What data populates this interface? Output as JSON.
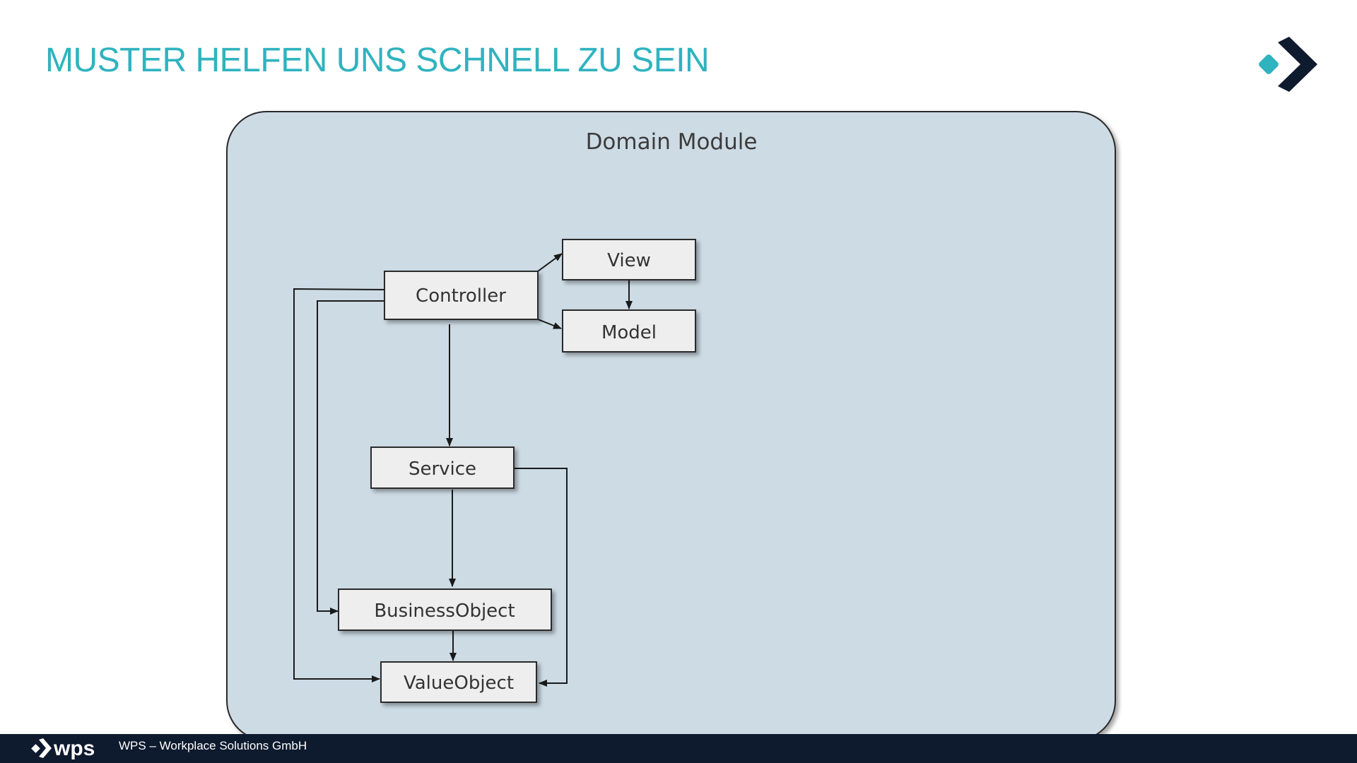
{
  "slide": {
    "title": "MUSTER HELFEN UNS SCHNELL ZU SEIN"
  },
  "footer": {
    "logo_text": "wps",
    "company": "WPS – Workplace Solutions GmbH"
  },
  "colors": {
    "title": "#2fb3bf",
    "module_fill": "#cddbe5",
    "node_fill": "#eeeeee",
    "footer_bar": "#0e1a2e",
    "logo_diamond": "#2fb3bf",
    "logo_chevron": "#0e1a2e"
  },
  "diagram": {
    "module_label": "Domain Module",
    "nodes": {
      "controller": "Controller",
      "view": "View",
      "model": "Model",
      "service": "Service",
      "business_object": "BusinessObject",
      "value_object": "ValueObject"
    },
    "edges": [
      {
        "from": "Controller",
        "to": "View"
      },
      {
        "from": "Controller",
        "to": "Model"
      },
      {
        "from": "View",
        "to": "Model"
      },
      {
        "from": "Controller",
        "to": "Service"
      },
      {
        "from": "Controller",
        "to": "BusinessObject"
      },
      {
        "from": "Controller",
        "to": "ValueObject"
      },
      {
        "from": "Service",
        "to": "BusinessObject"
      },
      {
        "from": "Service",
        "to": "ValueObject"
      },
      {
        "from": "BusinessObject",
        "to": "ValueObject"
      }
    ]
  }
}
